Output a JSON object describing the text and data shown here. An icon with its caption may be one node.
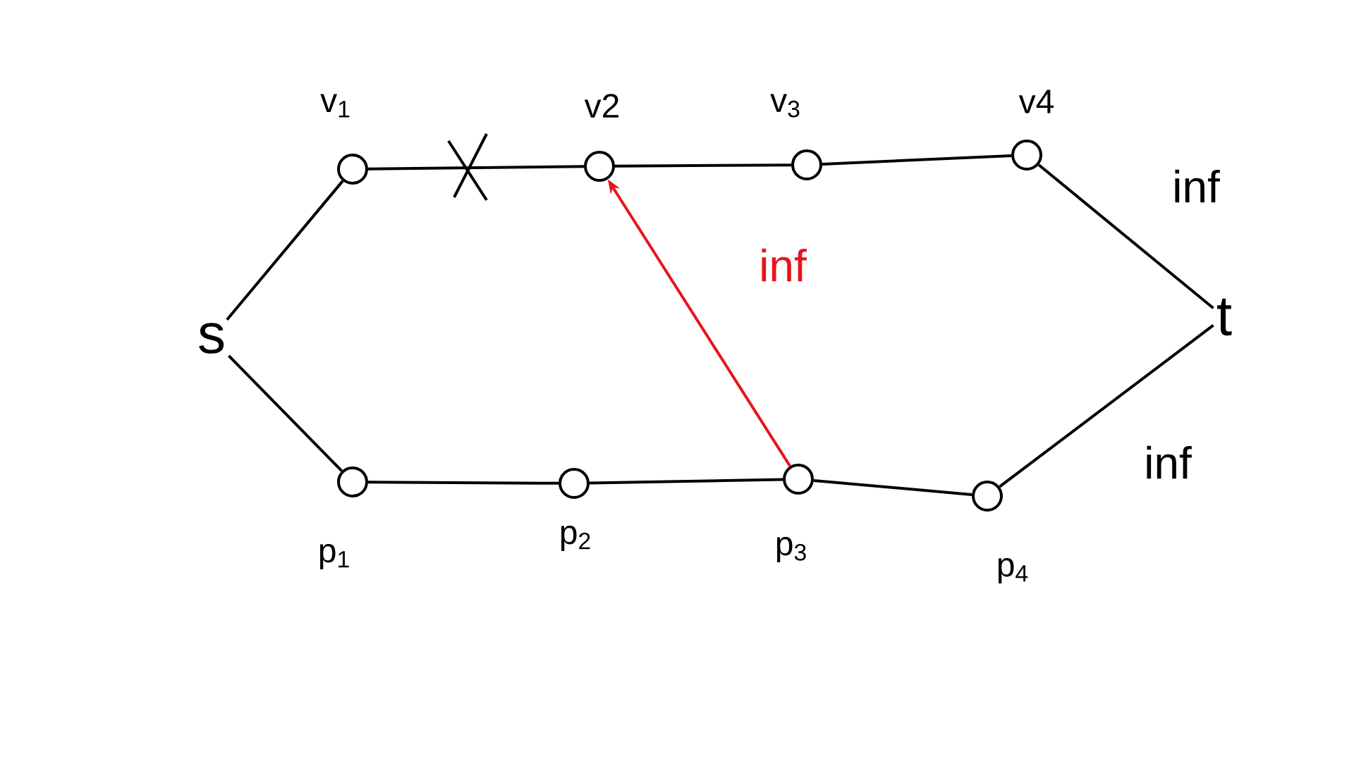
{
  "diagram": {
    "nodes": [
      {
        "text": [
          "s"
        ]
      },
      {
        "text": [],
        "shape": "circle",
        "beside": [
          "v$_{1}$"
        ]
      },
      {
        "text": [],
        "shape": "circle",
        "beside": [
          "v2"
        ]
      },
      {
        "text": [],
        "shape": "circle",
        "beside": [
          "v$_{3}$"
        ]
      },
      {
        "text": [],
        "shape": "circle",
        "beside": [
          "v4"
        ]
      },
      {
        "text": [
          "t"
        ]
      },
      {
        "text": [],
        "shape": "circle",
        "beside": [
          "p$_{1}$"
        ]
      },
      {
        "text": [],
        "shape": "circle",
        "beside": [
          "p$_{2}$"
        ]
      },
      {
        "text": [],
        "shape": "circle",
        "beside": [
          "p$_{3}$"
        ]
      },
      {
        "text": [],
        "shape": "circle",
        "beside": [
          "p$_{4}$"
        ]
      }
    ],
    "edges": [
      {
        "from": 0,
        "to": 1,
        "arrow": "none"
      },
      {
        "from": 1,
        "to": 2,
        "arrow": "none"
      },
      {
        "from": 2,
        "to": 3,
        "arrow": "none"
      },
      {
        "from": 3,
        "to": 4,
        "arrow": "none"
      },
      {
        "from": 4,
        "to": 5,
        "arrow": "none",
        "label": "inf"
      },
      {
        "from": 0,
        "to": 6,
        "arrow": "none"
      },
      {
        "from": 6,
        "to": 7,
        "arrow": "none"
      },
      {
        "from": 7,
        "to": 8,
        "arrow": "none"
      },
      {
        "from": 8,
        "to": 9,
        "arrow": "none"
      },
      {
        "from": 9,
        "to": 5,
        "arrow": "none",
        "label": "inf"
      },
      {
        "from": 8,
        "to": 2,
        "arrow": "to",
        "label": "inf",
        "color": "#e8141c"
      }
    ]
  }
}
